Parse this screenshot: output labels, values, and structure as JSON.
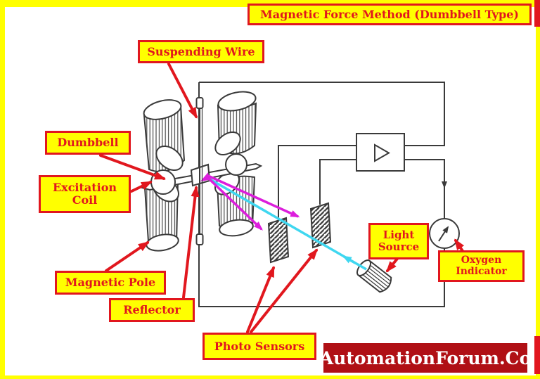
{
  "title": {
    "text": "Magnetic Force Method (Dumbbell Type)"
  },
  "callouts": {
    "suspending_wire": {
      "text": "Suspending Wire"
    },
    "dumbbell": {
      "text": "Dumbbell"
    },
    "excitation_coil": {
      "text": "Excitation Coil"
    },
    "magnetic_pole": {
      "text": "Magnetic Pole"
    },
    "reflector": {
      "text": "Reflector"
    },
    "photo_sensors": {
      "text": "Photo Sensors"
    },
    "light_source": {
      "text": "Light Source"
    },
    "oxygen_indicator": {
      "text": "Oxygen Indicator"
    }
  },
  "watermark": {
    "text": "AutomationForum.Co"
  },
  "icons": {
    "amplifier_symbol": "right-pointing-triangle",
    "indicator_symbol": "circular-gauge-with-needle"
  },
  "colors": {
    "yellow": "#ffff00",
    "red": "#e1171e",
    "dkred": "#b01015",
    "line": "#3a3a3a",
    "magenta": "#dc1edc",
    "cyan": "#3fd7f0"
  }
}
